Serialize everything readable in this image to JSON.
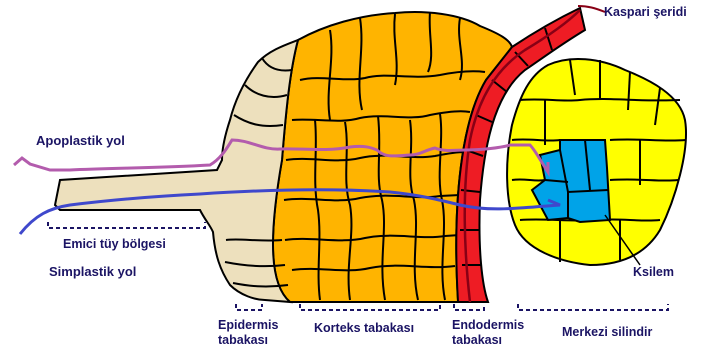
{
  "labels": {
    "kaspari": "Kaspari şeridi",
    "apoplastik": "Apoplastik yol",
    "emici": "Emici tüy bölgesi",
    "simplastik": "Simplastik yol",
    "ksilem": "Ksilem",
    "epidermis_1": "Epidermis",
    "epidermis_2": "tabakası",
    "korteks": "Korteks tabakası",
    "endodermis_1": "Endodermis",
    "endodermis_2": "tabakası",
    "merkezi": "Merkezi silindir"
  },
  "colors": {
    "epidermis": "#ede0bd",
    "cortex": "#ffb400",
    "endodermis": "#ee1c24",
    "central_cylinder": "#ffff00",
    "xylem": "#00a3e8",
    "casparian_strip": "#880015",
    "apoplastic_path": "#b35cad",
    "symplastic_path": "#3f48cc",
    "cell_wall": "#000000",
    "label_text": "#1b1464",
    "brackets": "#1b1464"
  }
}
